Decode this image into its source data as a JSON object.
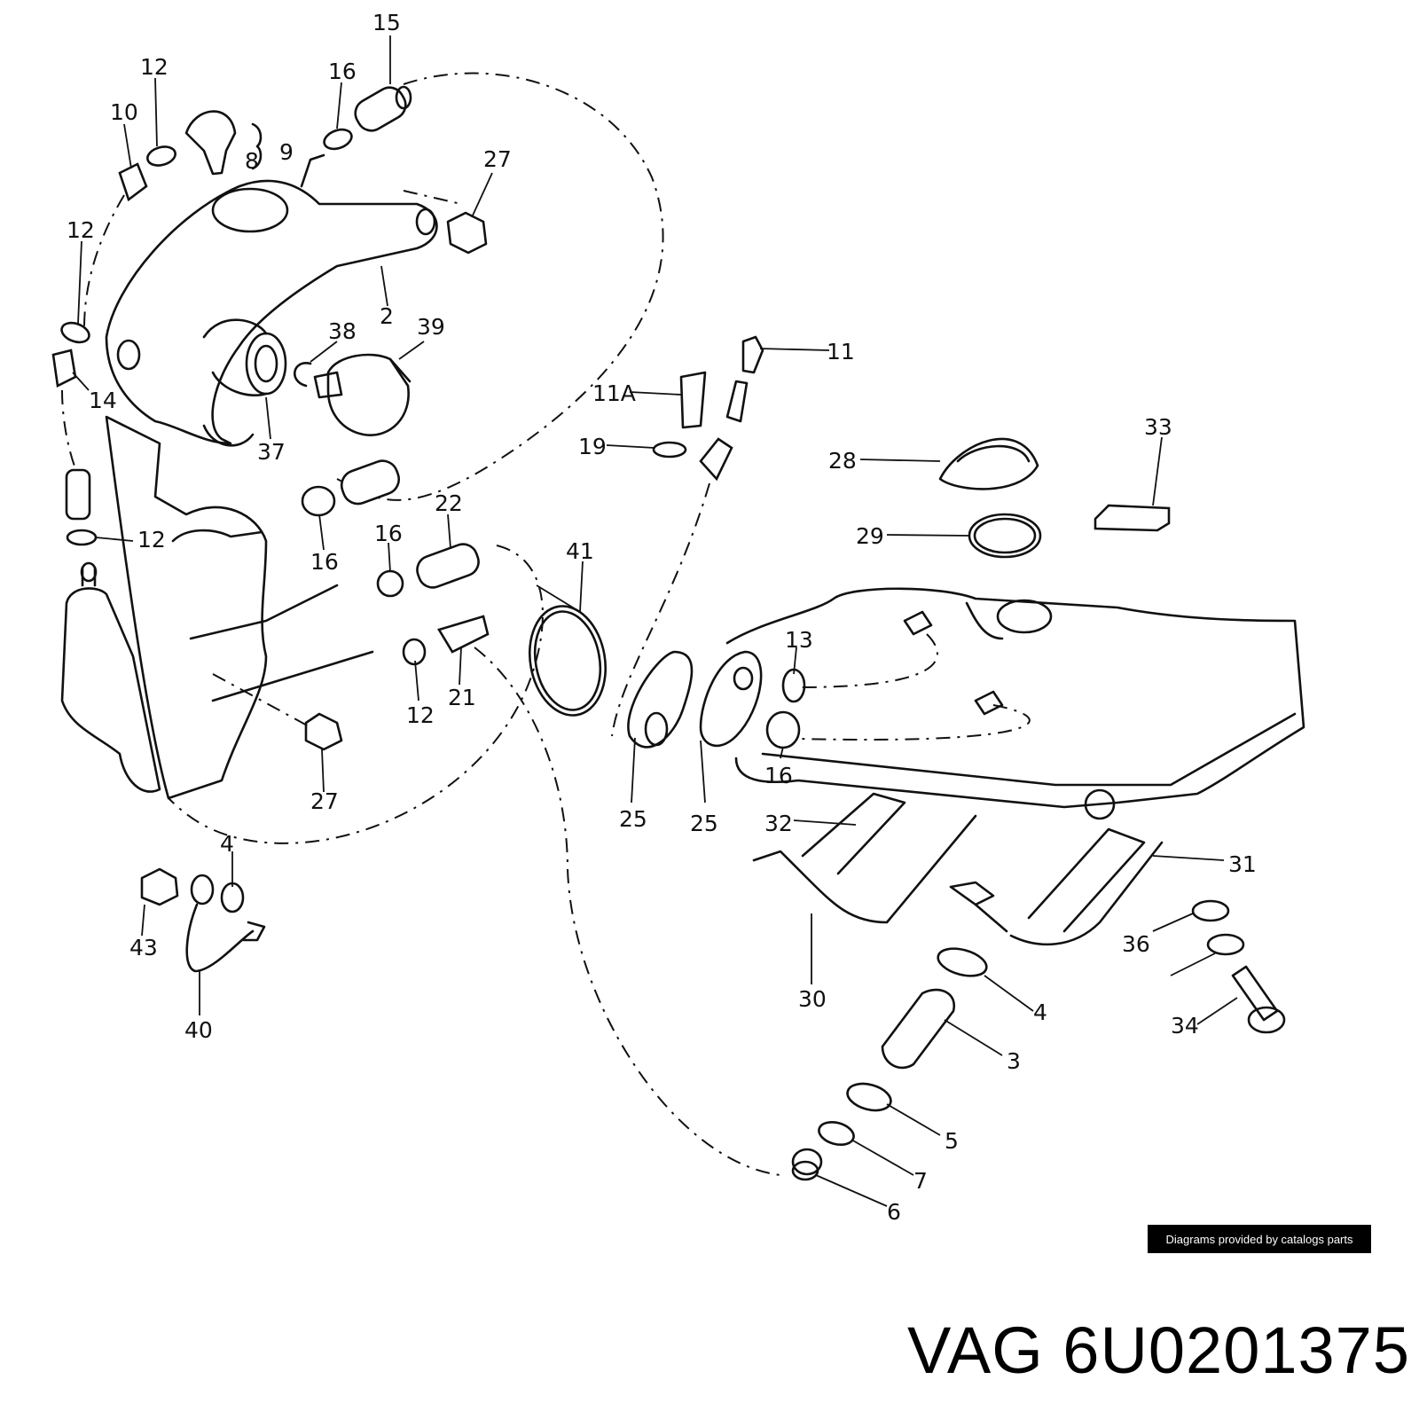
{
  "diagram": {
    "callouts": [
      {
        "id": "c15",
        "text": "15"
      },
      {
        "id": "c12a",
        "text": "12"
      },
      {
        "id": "c16a",
        "text": "16"
      },
      {
        "id": "c10",
        "text": "10"
      },
      {
        "id": "c8",
        "text": "8"
      },
      {
        "id": "c9",
        "text": "9"
      },
      {
        "id": "c27a",
        "text": "27"
      },
      {
        "id": "c12b",
        "text": "12"
      },
      {
        "id": "c2",
        "text": "2"
      },
      {
        "id": "c38",
        "text": "38"
      },
      {
        "id": "c39",
        "text": "39"
      },
      {
        "id": "c14",
        "text": "14"
      },
      {
        "id": "c37",
        "text": "37"
      },
      {
        "id": "c11",
        "text": "11"
      },
      {
        "id": "c11A",
        "text": "11A"
      },
      {
        "id": "c19",
        "text": "19"
      },
      {
        "id": "c33",
        "text": "33"
      },
      {
        "id": "c28",
        "text": "28"
      },
      {
        "id": "c29",
        "text": "29"
      },
      {
        "id": "c16b",
        "text": "16"
      },
      {
        "id": "c12c",
        "text": "12"
      },
      {
        "id": "c16c",
        "text": "16"
      },
      {
        "id": "c22",
        "text": "22"
      },
      {
        "id": "c41",
        "text": "41"
      },
      {
        "id": "c13",
        "text": "13"
      },
      {
        "id": "c12d",
        "text": "12"
      },
      {
        "id": "c21",
        "text": "21"
      },
      {
        "id": "c16d",
        "text": "16"
      },
      {
        "id": "c27b",
        "text": "27"
      },
      {
        "id": "c25a",
        "text": "25"
      },
      {
        "id": "c25b",
        "text": "25"
      },
      {
        "id": "c32",
        "text": "32"
      },
      {
        "id": "c31",
        "text": "31"
      },
      {
        "id": "c4a",
        "text": "4"
      },
      {
        "id": "c43",
        "text": "43"
      },
      {
        "id": "c40",
        "text": "40"
      },
      {
        "id": "c36",
        "text": "36"
      },
      {
        "id": "c30",
        "text": "30"
      },
      {
        "id": "c4b",
        "text": "4"
      },
      {
        "id": "c34",
        "text": "34"
      },
      {
        "id": "c3",
        "text": "3"
      },
      {
        "id": "c5",
        "text": "5"
      },
      {
        "id": "c7",
        "text": "7"
      },
      {
        "id": "c6",
        "text": "6"
      }
    ]
  },
  "credit": "Diagrams provided by catalogs parts",
  "part_number": "VAG 6U0201375"
}
